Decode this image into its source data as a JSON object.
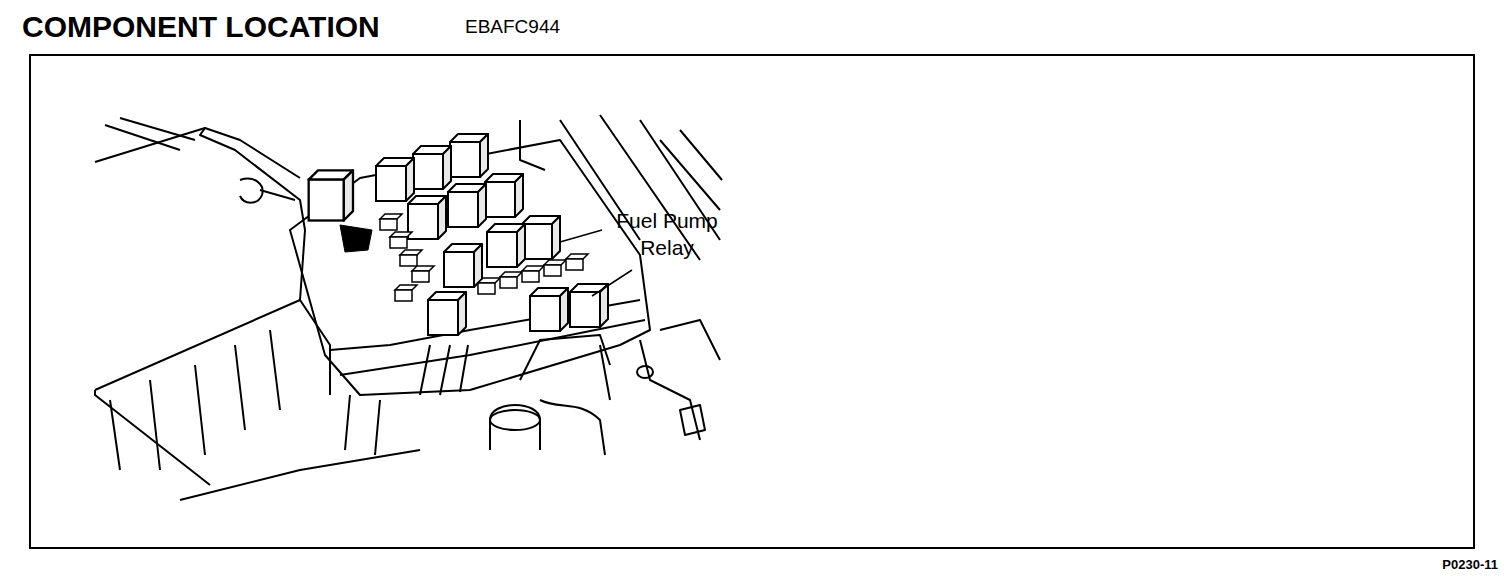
{
  "diagram": {
    "title": "COMPONENT LOCATION",
    "labels": [
      "EBAFC944",
      "Fuel Pump Relay",
      "P0230-11"
    ]
  }
}
